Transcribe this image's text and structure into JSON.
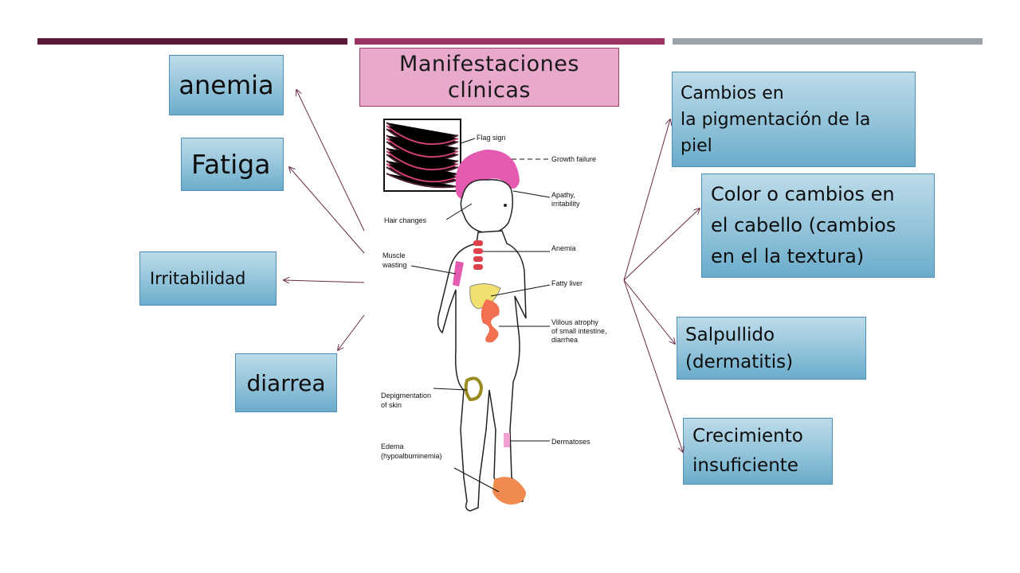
{
  "colors": {
    "bar_1": "#5a1a3a",
    "bar_2": "#9b3566",
    "bar_3": "#9aa2aa",
    "title_bg": "#e8a9cc",
    "box_border": "#4d8fb6",
    "arrow": "#6a2a4a"
  },
  "title": {
    "line1": "Manifestaciones",
    "line2": "clínicas"
  },
  "left_boxes": {
    "anemia": "anemia",
    "fatiga": "Fatiga",
    "irritabilidad": "Irritabilidad",
    "diarrea": "diarrea"
  },
  "right_boxes": {
    "pigmentacion": [
      "Cambios en",
      "la pigmentación de la",
      "piel"
    ],
    "cabello": [
      "Color o cambios en",
      "el cabello (cambios",
      "en el la textura)"
    ],
    "salpullido": [
      "Salpullido",
      "(dermatitis)"
    ],
    "crecimiento": [
      "Crecimiento",
      "insuficiente"
    ]
  },
  "figure_labels": {
    "flag_sign": "Flag sign",
    "growth_failure": "Growth failure",
    "apathy_1": "Apathy,",
    "apathy_2": "irritability",
    "hair_changes": "Hair changes",
    "muscle_1": "Muscle",
    "muscle_2": "wasting",
    "anemia": "Anemia",
    "fatty_liver": "Fatty liver",
    "villous_1": "Villous atrophy",
    "villous_2": "of small intestine,",
    "villous_3": "diarrhea",
    "depig_1": "Depigmentation",
    "depig_2": "of skin",
    "dermatoses": "Dermatoses",
    "edema_1": "Edema",
    "edema_2": "(hypoalbuminemia)"
  }
}
